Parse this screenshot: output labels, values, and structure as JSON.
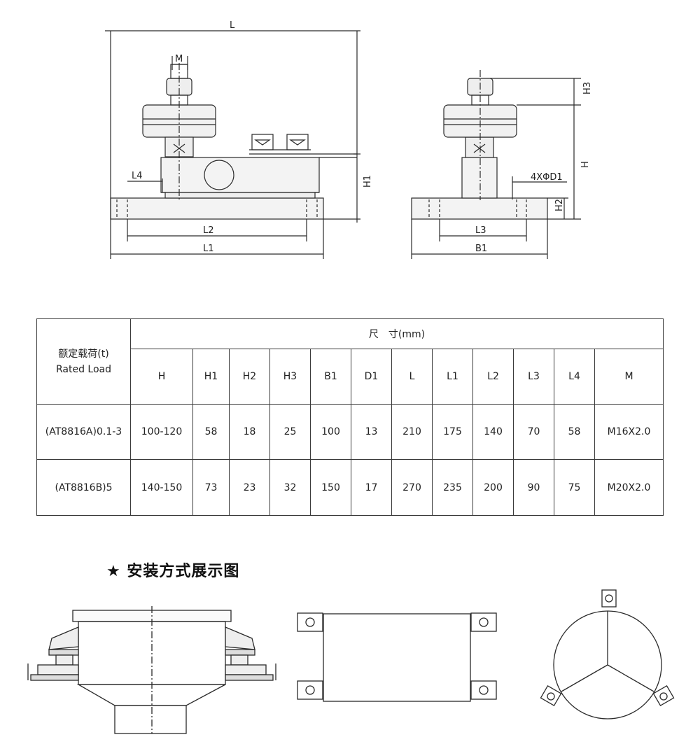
{
  "drawing_labels": {
    "L": "L",
    "M": "M",
    "L4": "L4",
    "H1": "H1",
    "L2": "L2",
    "L1": "L1",
    "H3": "H3",
    "H": "H",
    "D1": "4XΦD1",
    "H2": "H2",
    "L3": "L3",
    "B1": "B1"
  },
  "table": {
    "rated_load_cn": "额定载荷(t)",
    "rated_load_en": "Rated Load",
    "size_header": "尺　寸(mm)",
    "columns": [
      "H",
      "H1",
      "H2",
      "H3",
      "B1",
      "D1",
      "L",
      "L1",
      "L2",
      "L3",
      "L4",
      "M"
    ],
    "rows": [
      {
        "model": "(AT8816A)0.1-3",
        "values": [
          "100-120",
          "58",
          "18",
          "25",
          "100",
          "13",
          "210",
          "175",
          "140",
          "70",
          "58",
          "M16X2.0"
        ]
      },
      {
        "model": "(AT8816B)5",
        "values": [
          "140-150",
          "73",
          "23",
          "32",
          "150",
          "17",
          "270",
          "235",
          "200",
          "90",
          "75",
          "M20X2.0"
        ]
      }
    ]
  },
  "section_title": "★ 安装方式展示图"
}
